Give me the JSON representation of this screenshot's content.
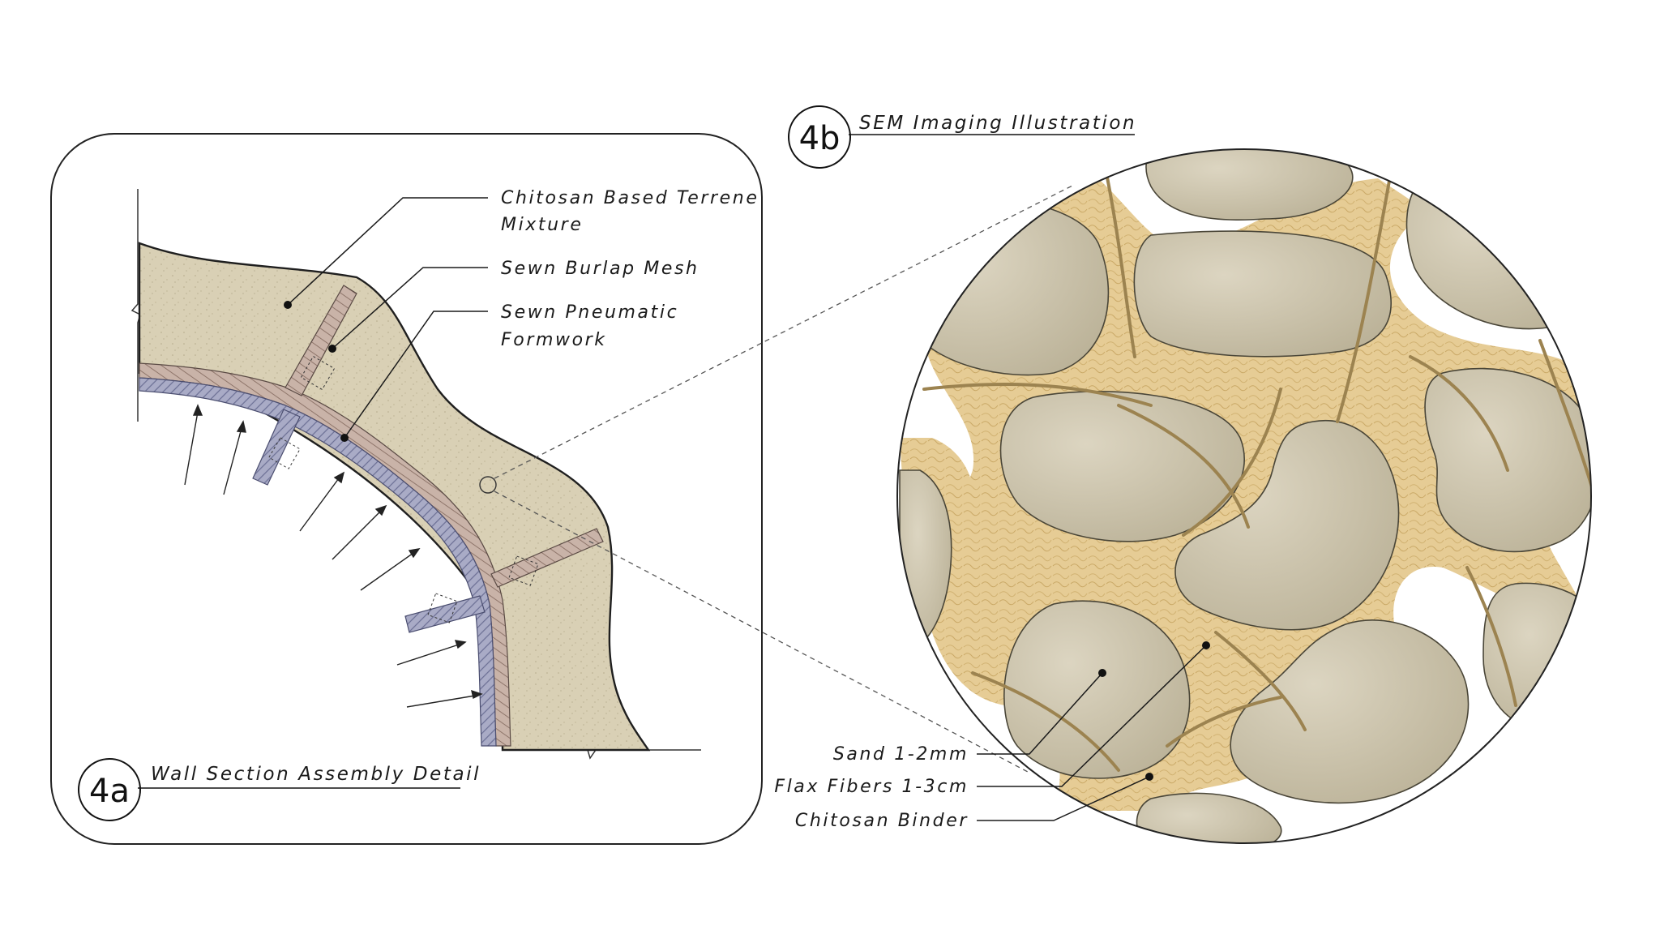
{
  "panel_a": {
    "badge": "4a",
    "title": "Wall Section Assembly Detail",
    "labels": {
      "terrene_line1": "Chitosan Based Terrene",
      "terrene_line2": "Mixture",
      "burlap": "Sewn Burlap Mesh",
      "pneumatic_line1": "Sewn Pneumatic",
      "pneumatic_line2": "Formwork"
    }
  },
  "panel_b": {
    "badge": "4b",
    "title": "SEM Imaging Illustration",
    "labels": {
      "sand": "Sand 1-2mm",
      "flax": "Flax Fibers 1-3cm",
      "binder": "Chitosan Binder"
    }
  },
  "colors": {
    "terrene": "#d9d0b5",
    "burlap": "#c9b3a8",
    "formwork": "#a9abc6",
    "sand_grain": "#c9c0a8",
    "binder": "#e6cc95",
    "fiber": "#9c8350",
    "line": "#1a1a1a"
  }
}
